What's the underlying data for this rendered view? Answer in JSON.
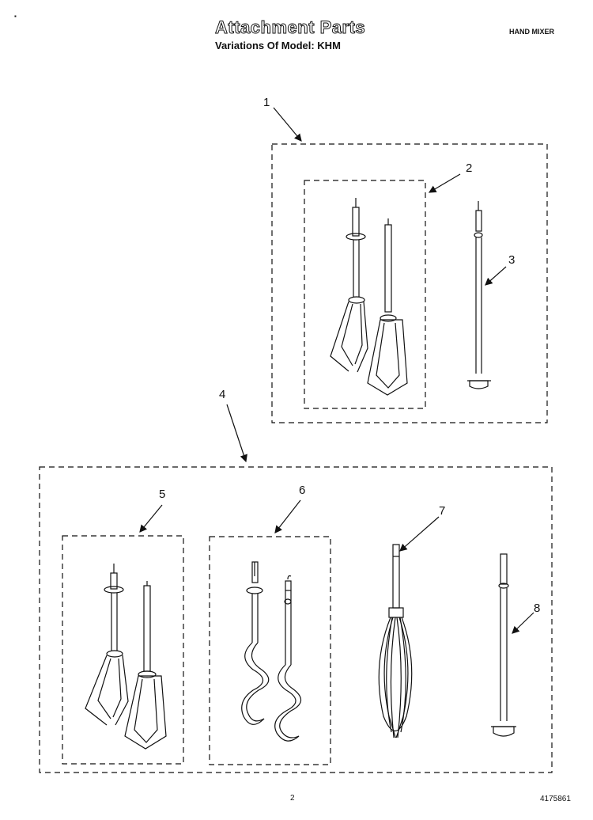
{
  "header": {
    "title": "Attachment Parts",
    "subtitle": "Variations Of Model: KHM",
    "product": "HAND MIXER",
    "corner_mark": "▪"
  },
  "callouts": {
    "c1": "1",
    "c2": "2",
    "c3": "3",
    "c4": "4",
    "c5": "5",
    "c6": "6",
    "c7": "7",
    "c8": "8"
  },
  "footer": {
    "page_number": "2",
    "document_number": "4175861"
  }
}
